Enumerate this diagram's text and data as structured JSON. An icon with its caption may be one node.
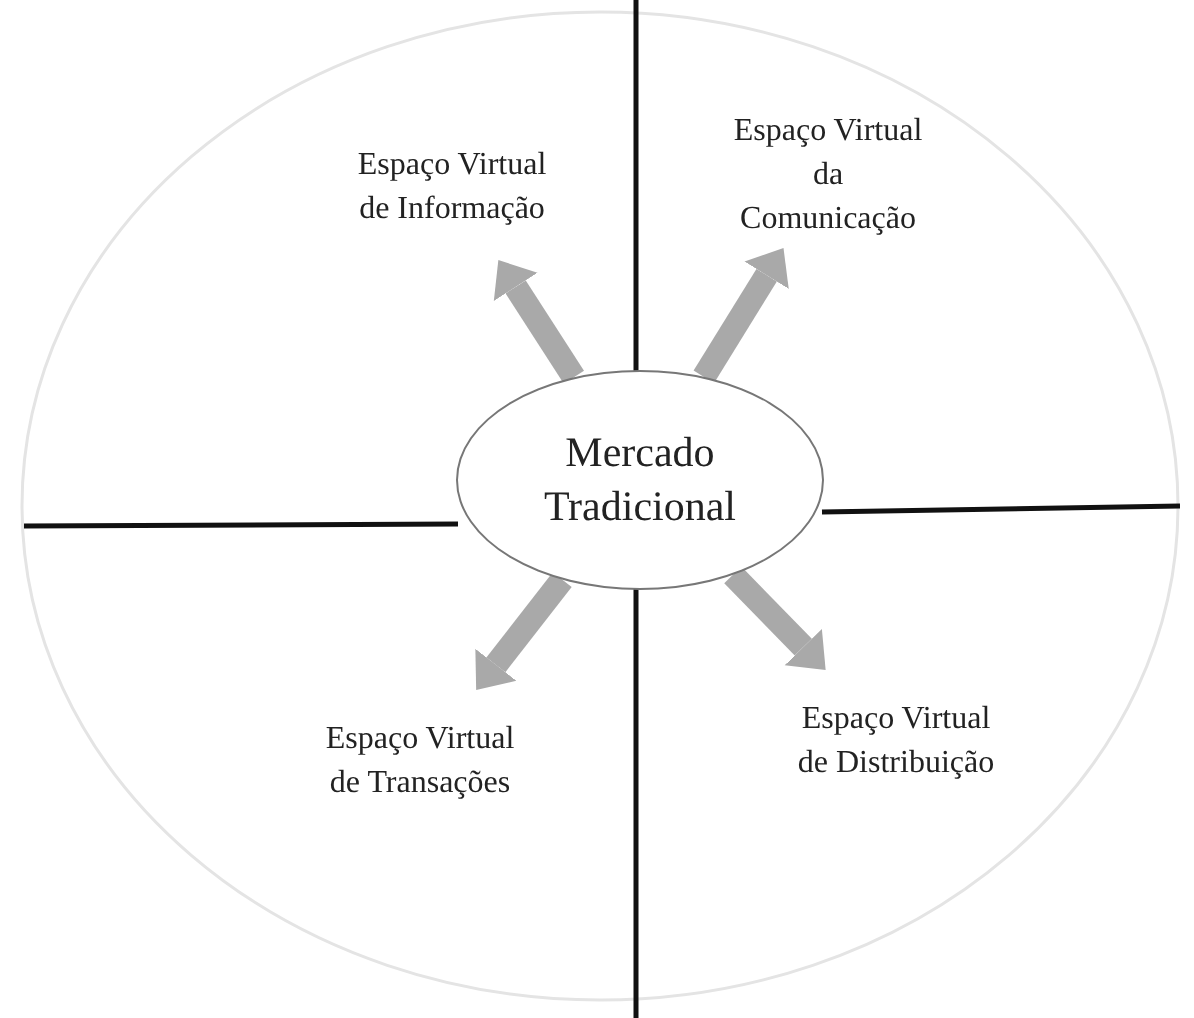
{
  "diagram": {
    "nodes": [
      {
        "text": [
          "Mercado Tradicional"
        ]
      },
      {
        "text": [
          "Espaço Virtual de Informação"
        ]
      },
      {
        "text": [
          "Espaço Virtual da Comunicação"
        ]
      },
      {
        "text": [
          "Espaço Virtual de Transações"
        ]
      },
      {
        "text": [
          "Espaço Virtual de Distribuição"
        ]
      }
    ],
    "edges": [
      {
        "from": 0,
        "to": 1,
        "arrow": "to"
      },
      {
        "from": 0,
        "to": 2,
        "arrow": "to"
      },
      {
        "from": 0,
        "to": 3,
        "arrow": "to"
      },
      {
        "from": 0,
        "to": 4,
        "arrow": "to"
      }
    ]
  }
}
